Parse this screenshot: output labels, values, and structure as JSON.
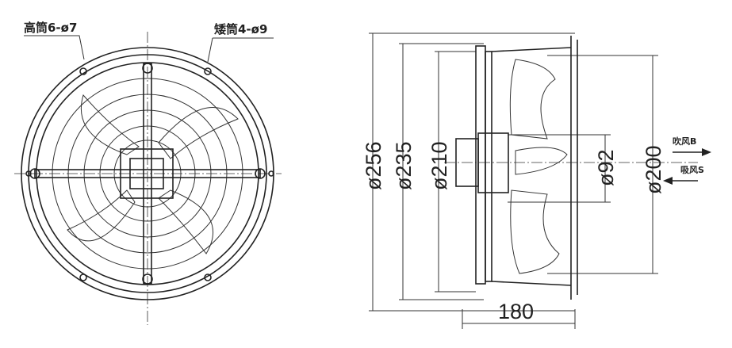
{
  "front_view": {
    "label_high_mount": "高筒6-ø7",
    "label_low_mount": "矮筒4-ø9"
  },
  "side_view": {
    "dim_outer": "ø256",
    "dim_mount": "ø235",
    "dim_ring": "ø210",
    "dim_motor": "ø92",
    "dim_blade": "ø200",
    "dim_depth": "180",
    "label_blow": "吹风B",
    "label_suck": "吸风S"
  }
}
